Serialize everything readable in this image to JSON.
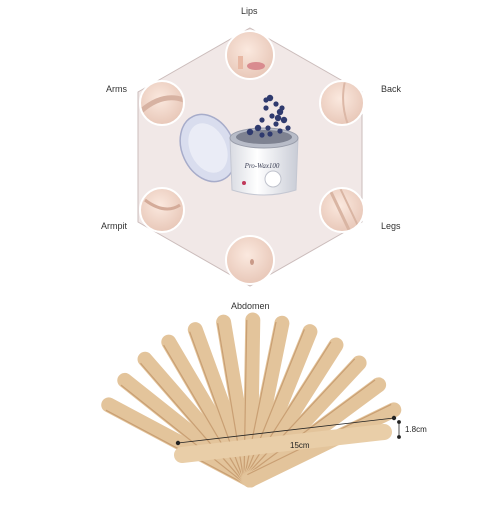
{
  "labels": {
    "lips": "Lips",
    "arms": "Arms",
    "back": "Back",
    "armpit": "Armpit",
    "legs": "Legs",
    "abdomen": "Abdomen"
  },
  "product": {
    "brand_text": "Pro-Wax100"
  },
  "dimensions": {
    "length": "15cm",
    "width": "1.8cm"
  },
  "colors": {
    "hexagon_fill": "#f1e8e7",
    "hexagon_stroke": "#cbbcbb",
    "stick_light": "#e6c9a2",
    "stick_dark": "#cfa77a",
    "bead": "#2f3a6e",
    "skin": "#f2d9cc"
  },
  "icons": {
    "thumbnails": "body-part-photo"
  }
}
